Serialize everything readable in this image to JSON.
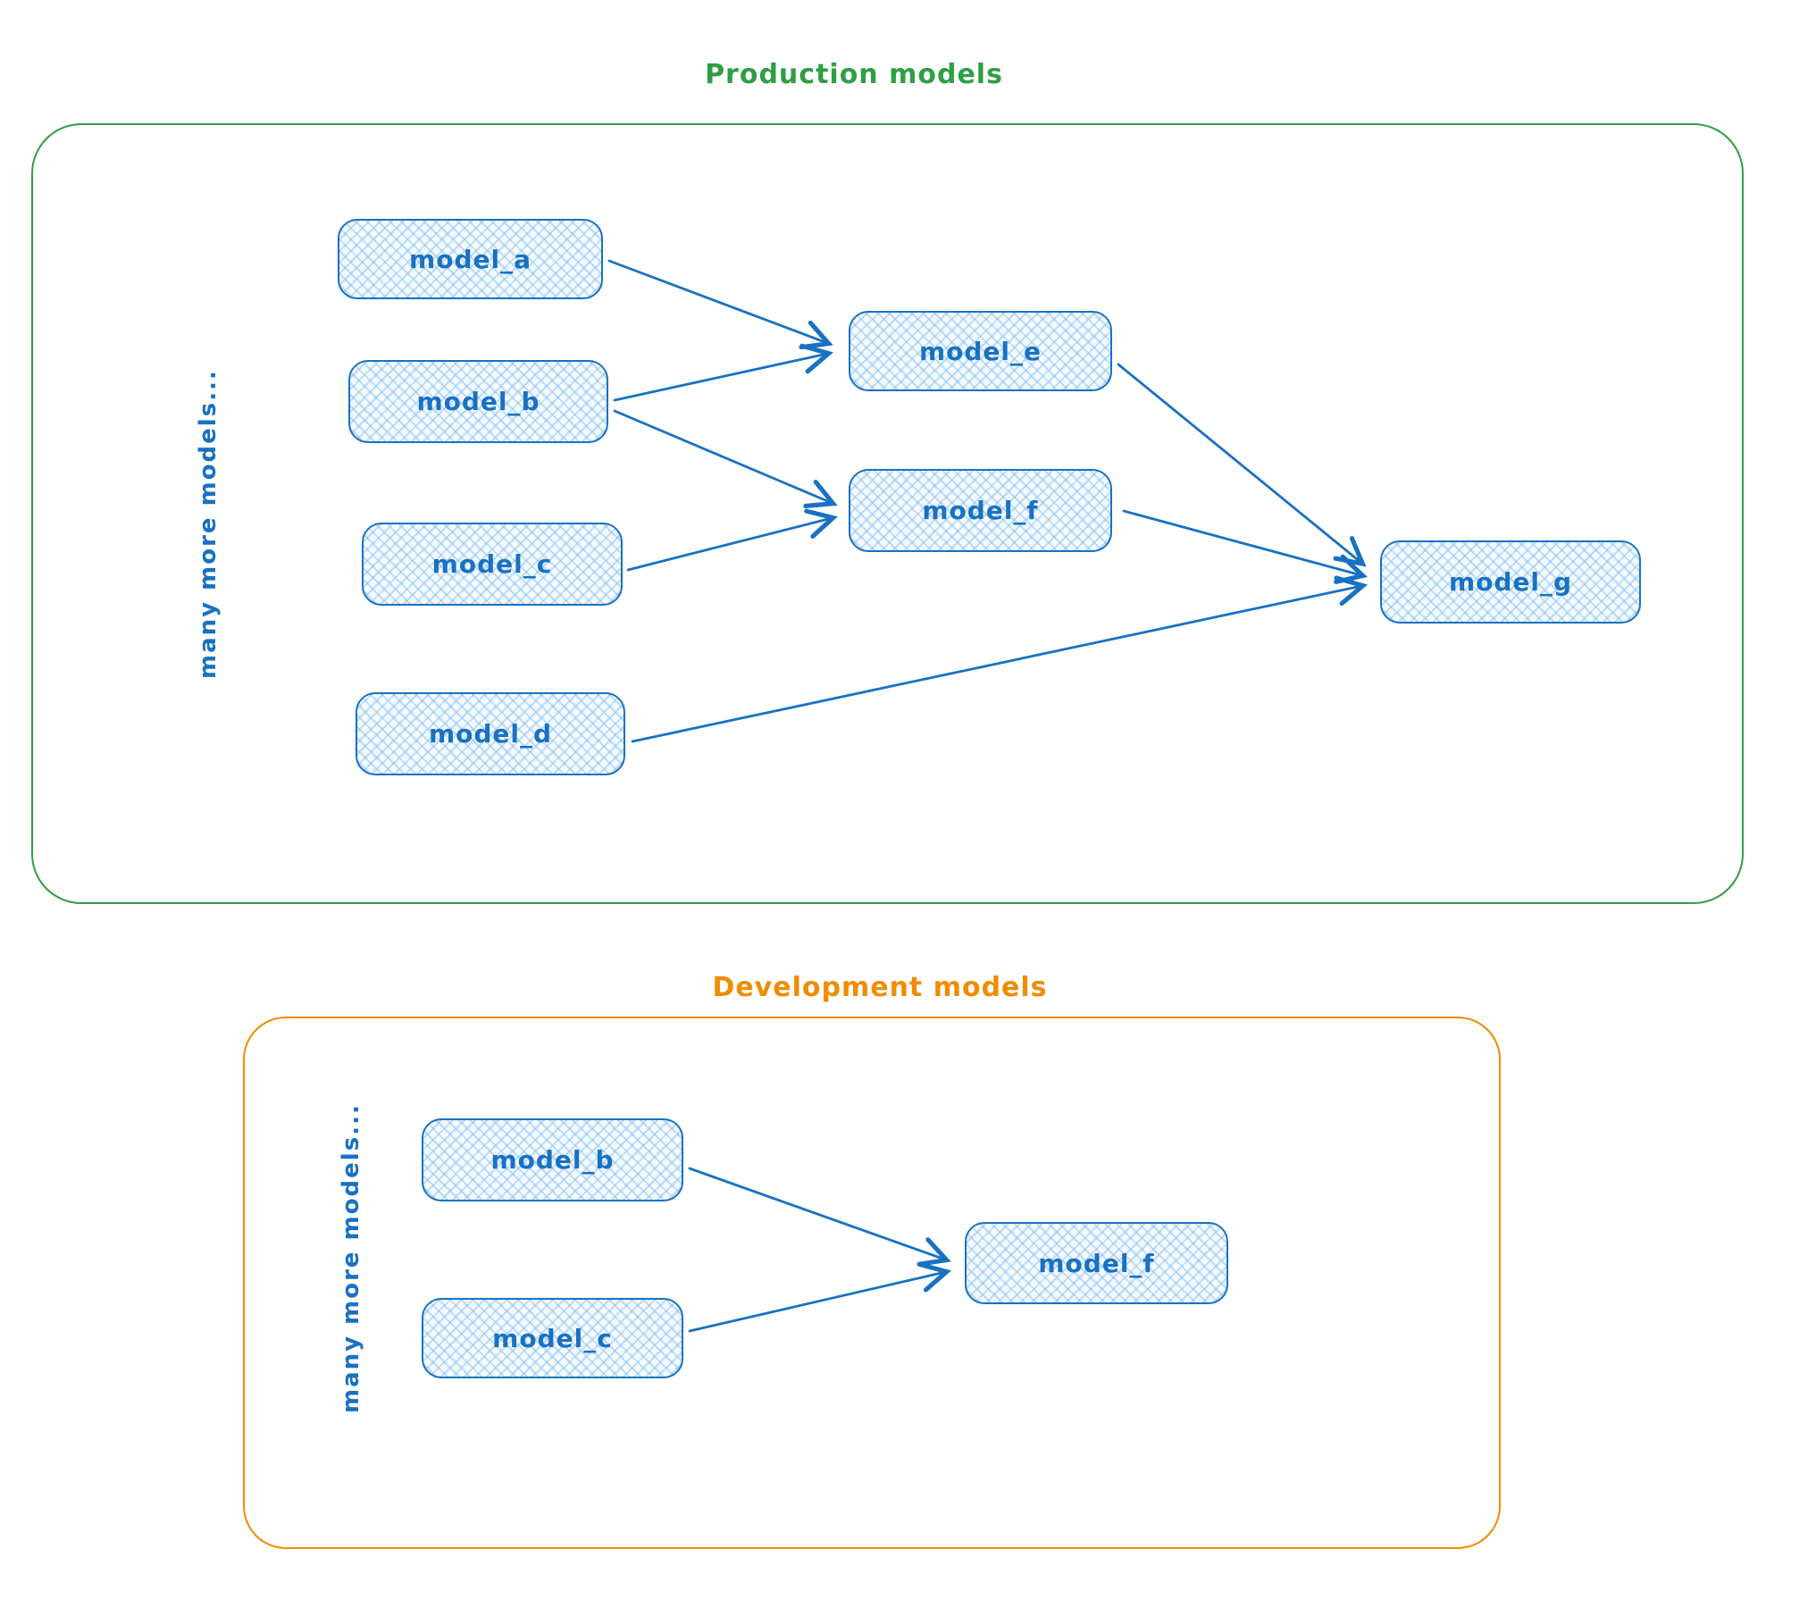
{
  "production": {
    "title": "Production models",
    "side_label": "many more models...",
    "nodes": {
      "a": "model_a",
      "b": "model_b",
      "c": "model_c",
      "d": "model_d",
      "e": "model_e",
      "f": "model_f",
      "g": "model_g"
    },
    "edges": [
      [
        "model_a",
        "model_e"
      ],
      [
        "model_b",
        "model_e"
      ],
      [
        "model_b",
        "model_f"
      ],
      [
        "model_c",
        "model_f"
      ],
      [
        "model_e",
        "model_g"
      ],
      [
        "model_f",
        "model_g"
      ],
      [
        "model_d",
        "model_g"
      ]
    ]
  },
  "development": {
    "title": "Development models",
    "side_label": "many more models...",
    "nodes": {
      "b": "model_b",
      "c": "model_c",
      "f": "model_f"
    },
    "edges": [
      [
        "model_b",
        "model_f"
      ],
      [
        "model_c",
        "model_f"
      ]
    ]
  },
  "colors": {
    "production_border": "#2f9e44",
    "production_title": "#2f9e44",
    "development_border": "#f08c00",
    "development_title": "#f08c00",
    "node_stroke": "#1971c2",
    "node_fill_hatch": "#a5d8ff",
    "node_label_text": "#1971c2",
    "arrow": "#1971c2",
    "canvas_background": "#ffffff"
  }
}
